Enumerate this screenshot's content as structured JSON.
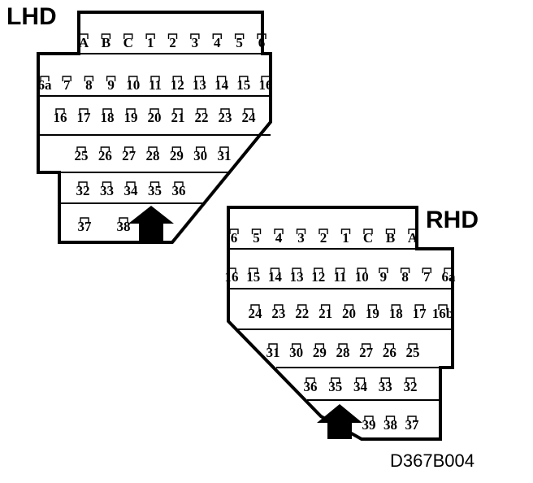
{
  "lhd": {
    "label": "LHD",
    "rows": [
      [
        "A",
        "B",
        "C",
        "1",
        "2",
        "3",
        "4",
        "5",
        "6"
      ],
      [
        "6a",
        "7",
        "8",
        "9",
        "10",
        "11",
        "12",
        "13",
        "14",
        "15",
        "16"
      ],
      [
        "16",
        "17",
        "18",
        "19",
        "20",
        "21",
        "22",
        "23",
        "24"
      ],
      [
        "25",
        "26",
        "27",
        "28",
        "29",
        "30",
        "31"
      ],
      [
        "32",
        "33",
        "34",
        "35",
        "36"
      ],
      [
        "37",
        "38"
      ]
    ]
  },
  "rhd": {
    "label": "RHD",
    "rows": [
      [
        "6",
        "5",
        "4",
        "3",
        "2",
        "1",
        "C",
        "B",
        "A"
      ],
      [
        "16",
        "15",
        "14",
        "13",
        "12",
        "11",
        "10",
        "9",
        "8",
        "7",
        "6a"
      ],
      [
        "24",
        "23",
        "22",
        "21",
        "20",
        "19",
        "18",
        "17",
        "16b"
      ],
      [
        "31",
        "30",
        "29",
        "28",
        "27",
        "26",
        "25"
      ],
      [
        "36",
        "35",
        "34",
        "33",
        "32"
      ],
      [
        "39",
        "38",
        "37"
      ]
    ]
  },
  "figure_code": "D367B004",
  "colors": {
    "ink": "#000000",
    "paper": "#ffffff"
  },
  "icons": {
    "front_arrow": "up-arrow-icon"
  }
}
